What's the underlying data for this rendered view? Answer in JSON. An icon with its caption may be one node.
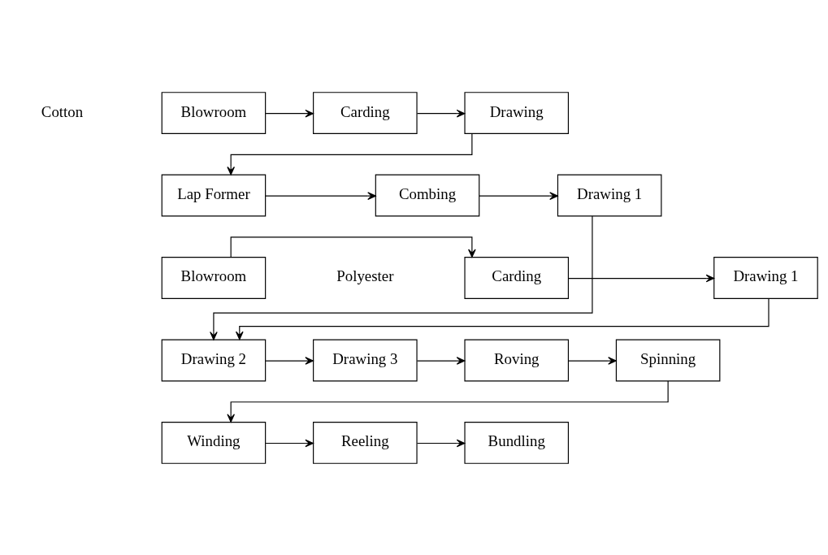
{
  "diagram": {
    "nodes": [
      {
        "text": [
          "Blowroom"
        ]
      },
      {
        "text": [
          "Carding"
        ]
      },
      {
        "text": [
          "Drawing"
        ]
      },
      {
        "text": [
          "Lap Former"
        ]
      },
      {
        "text": [
          "Combing"
        ]
      },
      {
        "text": [
          "Drawing 1"
        ]
      },
      {
        "text": [
          "Blowroom"
        ]
      },
      {
        "text": [
          "Carding"
        ]
      },
      {
        "text": [
          "Drawing 1"
        ]
      },
      {
        "text": [
          "Drawing 2"
        ]
      },
      {
        "text": [
          "Drawing 3"
        ]
      },
      {
        "text": [
          "Roving"
        ]
      },
      {
        "text": [
          "Spinning"
        ]
      },
      {
        "text": [
          "Winding"
        ]
      },
      {
        "text": [
          "Reeling"
        ]
      },
      {
        "text": [
          "Bundling"
        ]
      }
    ],
    "edges": [
      {
        "from": 0,
        "to": 1,
        "arrow": "to"
      },
      {
        "from": 1,
        "to": 2,
        "arrow": "to"
      },
      {
        "from": 2,
        "to": 3,
        "arrow": "to"
      },
      {
        "from": 3,
        "to": 4,
        "arrow": "to"
      },
      {
        "from": 4,
        "to": 5,
        "arrow": "to"
      },
      {
        "from": 5,
        "to": 9,
        "arrow": "to"
      },
      {
        "from": 6,
        "to": 7,
        "arrow": "to"
      },
      {
        "from": 7,
        "to": 8,
        "arrow": "to"
      },
      {
        "from": 8,
        "to": 9,
        "arrow": "to"
      },
      {
        "from": 9,
        "to": 10,
        "arrow": "to"
      },
      {
        "from": 10,
        "to": 11,
        "arrow": "to"
      },
      {
        "from": 11,
        "to": 12,
        "arrow": "to"
      },
      {
        "from": 12,
        "to": 13,
        "arrow": "to"
      },
      {
        "from": 13,
        "to": 14,
        "arrow": "to"
      },
      {
        "from": 14,
        "to": 15,
        "arrow": "to"
      }
    ],
    "labels": [
      "Cotton",
      "Polyester"
    ]
  }
}
